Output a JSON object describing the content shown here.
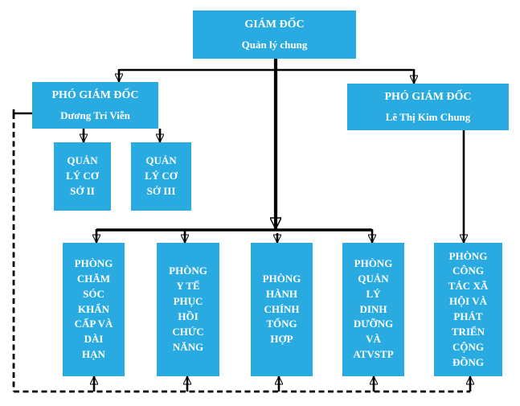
{
  "colors": {
    "box_fill": "#29ABE2",
    "box_text": "#FFFFFF",
    "connector": "#000000",
    "background": "#FFFFFF"
  },
  "nodes": {
    "director": {
      "title": "GIÁM ĐỐC",
      "subtitle": "Quản lý chung"
    },
    "deputy_left": {
      "title": "PHÓ GIÁM ĐỐC",
      "subtitle": "Dương Trí Viễn"
    },
    "deputy_right": {
      "title": "PHÓ GIÁM ĐỐC",
      "subtitle": "Lê Thị Kim Chung"
    },
    "facility_ii": {
      "label": "QUẢN\nLÝ CƠ\nSỞ II"
    },
    "facility_iii": {
      "label": "QUẢN\nLÝ CƠ\nSỞ III"
    },
    "dept_emergency_longterm_care": {
      "label": "PHÒNG\nCHĂM\nSÓC\nKHẨN\nCẤP VÀ\nDÀI\nHẠN"
    },
    "dept_medical_rehabilitation": {
      "label": "PHÒNG\nY TẾ\nPHỤC\nHỒI\nCHỨC\nNĂNG"
    },
    "dept_general_administration": {
      "label": "PHÒNG\nHÀNH\nCHÍNH\nTỔNG\nHỢP"
    },
    "dept_nutrition_food_safety": {
      "label": "PHÒNG\nQUẢN\nLÝ\nDINH\nDƯỠNG\nVÀ\nATVSTP"
    },
    "dept_social_work_community": {
      "label": "PHÒNG\nCÔNG\nTÁC XÃ\nHỘI VÀ\nPHÁT\nTRIỂN\nCỘNG\nĐỒNG"
    }
  },
  "edges": {
    "solid": [
      {
        "from": "director",
        "to": "deputy_left"
      },
      {
        "from": "director",
        "to": "deputy_right"
      },
      {
        "from": "director",
        "to": "dept_emergency_longterm_care"
      },
      {
        "from": "director",
        "to": "dept_medical_rehabilitation"
      },
      {
        "from": "director",
        "to": "dept_general_administration"
      },
      {
        "from": "director",
        "to": "dept_nutrition_food_safety"
      },
      {
        "from": "deputy_left",
        "to": "facility_ii"
      },
      {
        "from": "deputy_left",
        "to": "facility_iii"
      },
      {
        "from": "deputy_right",
        "to": "dept_social_work_community"
      }
    ],
    "dashed_feedback": {
      "from": "deputy_left",
      "to": [
        "dept_emergency_longterm_care",
        "dept_medical_rehabilitation",
        "dept_general_administration",
        "dept_nutrition_food_safety",
        "dept_social_work_community"
      ]
    }
  }
}
